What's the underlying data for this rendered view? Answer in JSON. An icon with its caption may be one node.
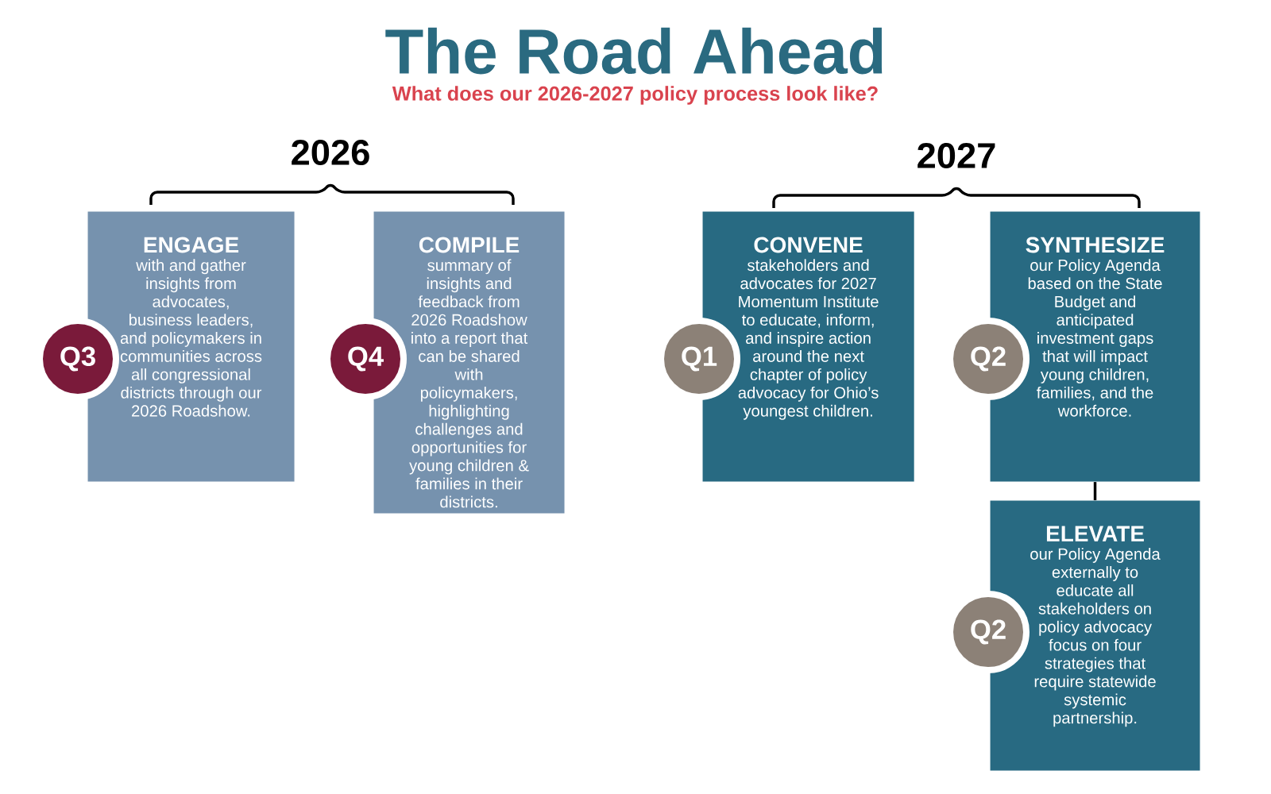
{
  "diagram": {
    "title": "The Road Ahead",
    "nodes": [
      {
        "text": [
          "ENGAGE",
          "with and gather insights from advocates, business leaders, and policymakers in communities across all congressional districts through our 2026 Roadshow."
        ]
      },
      {
        "text": [
          "Q3"
        ]
      },
      {
        "text": [
          "COMPILE",
          "summary of insights and feedback from 2026 Roadshow into a report that can be shared with policymakers, highlighting challenges and opportunities for young children & families in their districts."
        ]
      },
      {
        "text": [
          "Q4"
        ]
      },
      {
        "text": [
          "CONVENE",
          "stakeholders and advocates for 2027 Momentum Institute to educate, inform, and inspire action around the next chapter of policy advocacy for Ohio’s youngest children."
        ]
      },
      {
        "text": [
          "Q1"
        ]
      },
      {
        "text": [
          "SYNTHESIZE",
          "our Policy Agenda based on the State Budget and anticipated investment gaps that will impact young children, families, and the workforce."
        ]
      },
      {
        "text": [
          "Q2"
        ]
      },
      {
        "text": [
          "ELEVATE",
          "our Policy Agenda externally to educate all stakeholders on policy advocacy focus on four strategies that require statewide systemic partnership."
        ]
      },
      {
        "text": [
          "Q2"
        ]
      }
    ],
    "edges": [
      {
        "from": 6,
        "to": 8,
        "arrow": "none"
      }
    ],
    "labels": [
      "What does our 2026-2027 policy process look like?",
      "2026",
      "2027"
    ]
  }
}
